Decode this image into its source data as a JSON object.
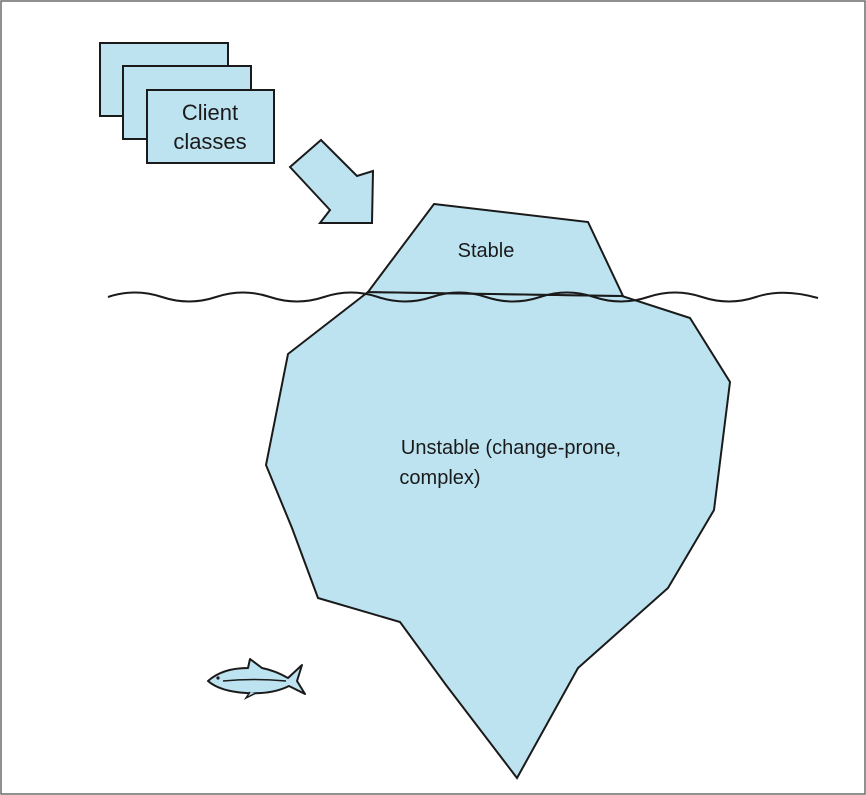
{
  "diagram": {
    "client_label_line1": "Client",
    "client_label_line2": "classes",
    "stable_label": "Stable",
    "unstable_label_line1": "Unstable (change-prone,",
    "unstable_label_line2": "complex)"
  },
  "colors": {
    "ice_fill": "#bde3f1",
    "outline": "#1a1a1a",
    "border": "#6b6b6b",
    "background": "#ffffff"
  },
  "icons": {
    "arrow": "arrow-down-right-icon",
    "fish": "fish-icon"
  }
}
